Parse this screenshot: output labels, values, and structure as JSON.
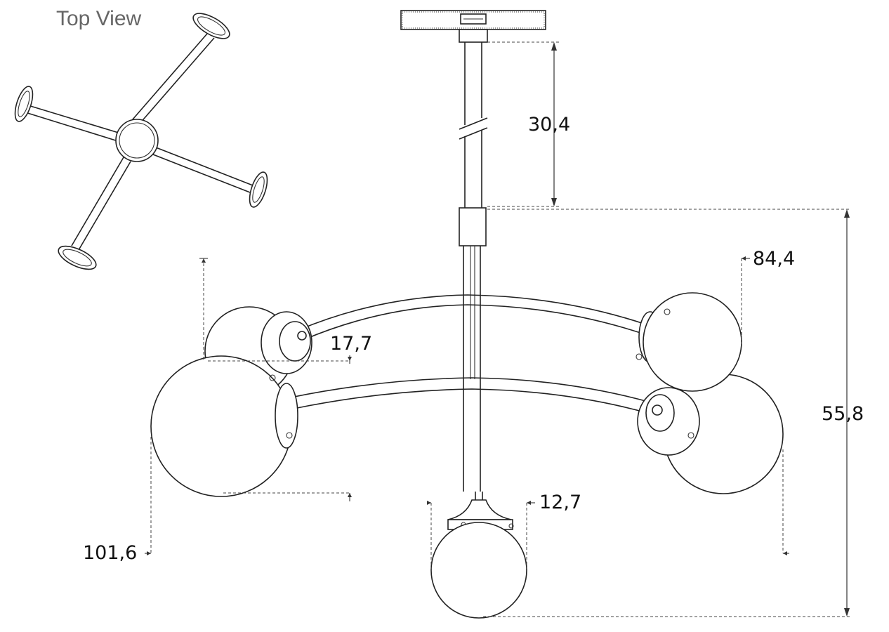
{
  "title": "Top View",
  "dimensions": {
    "stem_length": "30,4",
    "upper_globe": "17,7",
    "arm_span_upper": "84,4",
    "overall_height": "55,8",
    "bottom_globe": "12,7",
    "overall_width": "101,6"
  }
}
